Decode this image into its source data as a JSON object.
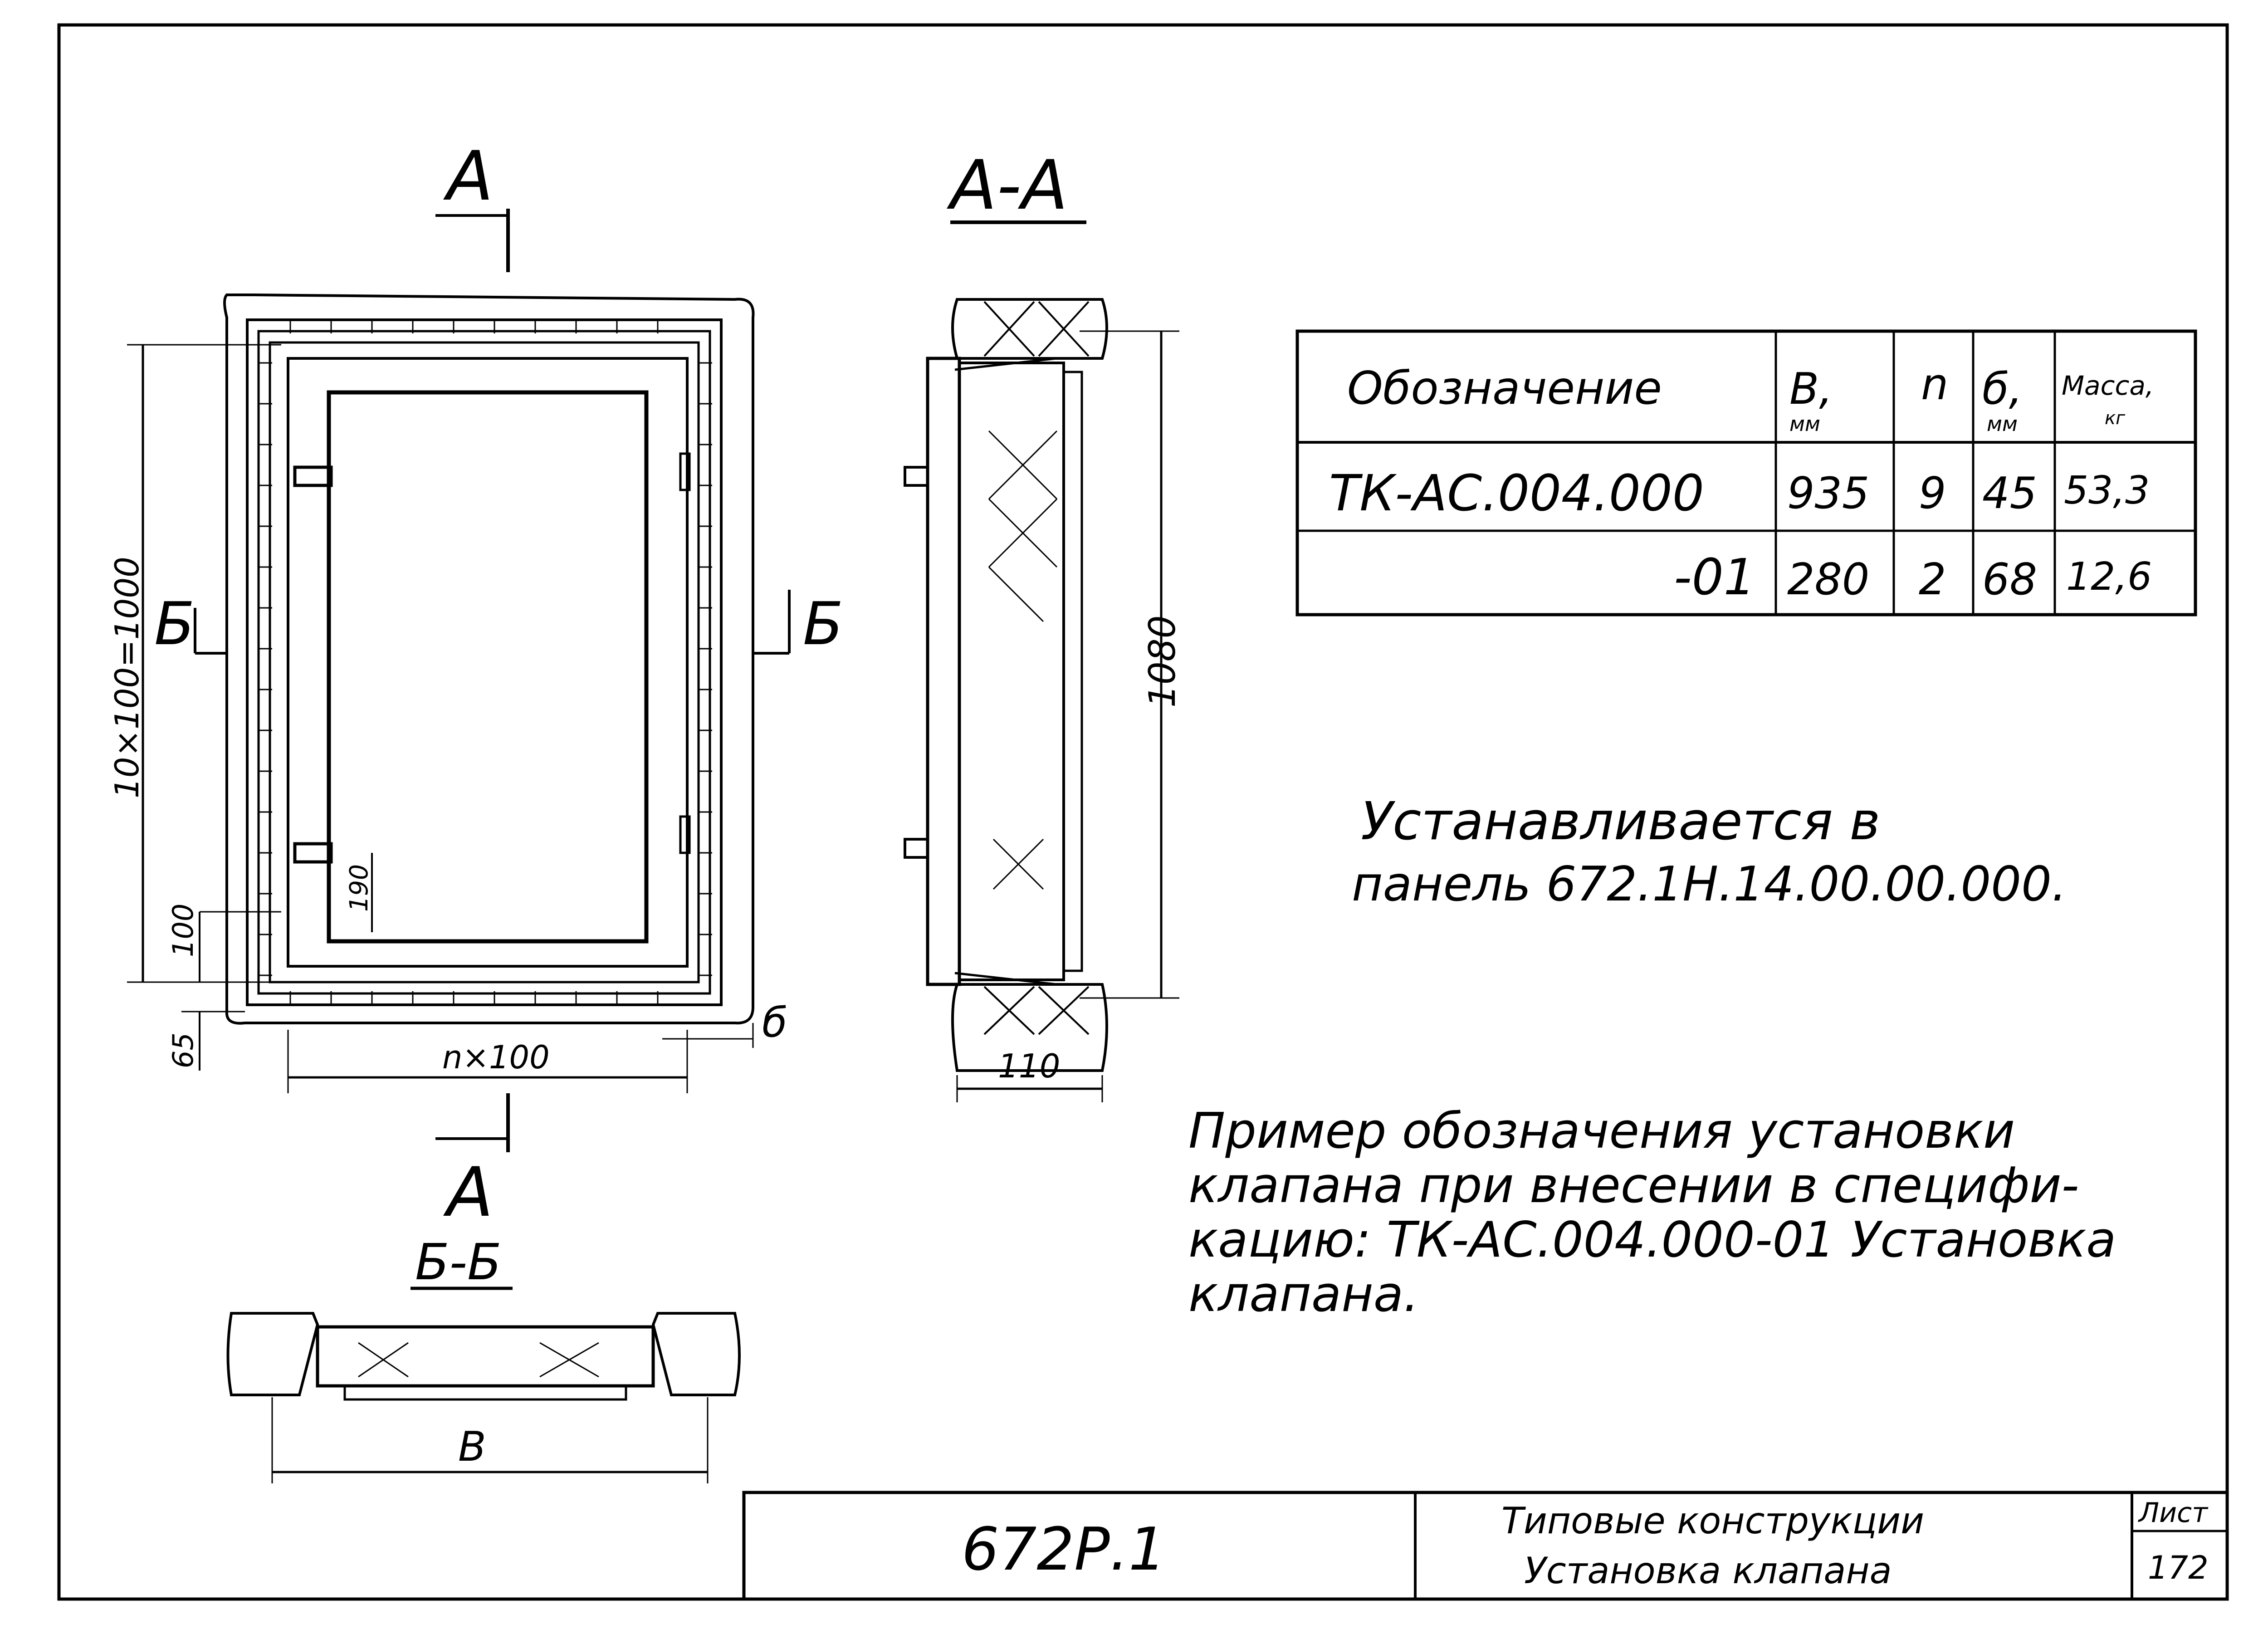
{
  "views": {
    "section_a_top": "А",
    "section_a_bottom": "А",
    "section_aa_title": "А-А",
    "section_bb_title": "Б-Б",
    "section_b_left": "Б",
    "section_b_right": "Б"
  },
  "dimensions": {
    "vertical_pitch": "10×100=1000",
    "bottom_offset_100": "100",
    "bottom_offset_65": "65",
    "hinge_offset": "190",
    "horizontal_pitch": "n×100",
    "gap_b": "б",
    "height_1080": "1080",
    "depth_110": "110",
    "width_B": "B"
  },
  "table": {
    "headers": [
      "Обозначение",
      "B,",
      "n",
      "б,",
      "Масса,"
    ],
    "header_units": [
      "",
      "мм",
      "",
      "мм",
      "кг"
    ],
    "rows": [
      [
        "ТК-АС.004.000",
        "935",
        "9",
        "45",
        "53,3"
      ],
      [
        "-01",
        "280",
        "2",
        "68",
        "12,6"
      ]
    ]
  },
  "notes": {
    "install_line1": "Устанавливается в",
    "install_line2": "панель 672.1Н.14.00.00.000.",
    "example_line1": "Пример обозначения установки",
    "example_line2": "клапана при внесении в специфи-",
    "example_line3": "кацию: ТК-АС.004.000-01 Установка",
    "example_line4": "клапана."
  },
  "title_block": {
    "code": "672Р.1",
    "title_line1": "Типовые конструкции",
    "title_line2": "Установка клапана",
    "sheet_label": "Лист",
    "sheet_number": "172"
  }
}
